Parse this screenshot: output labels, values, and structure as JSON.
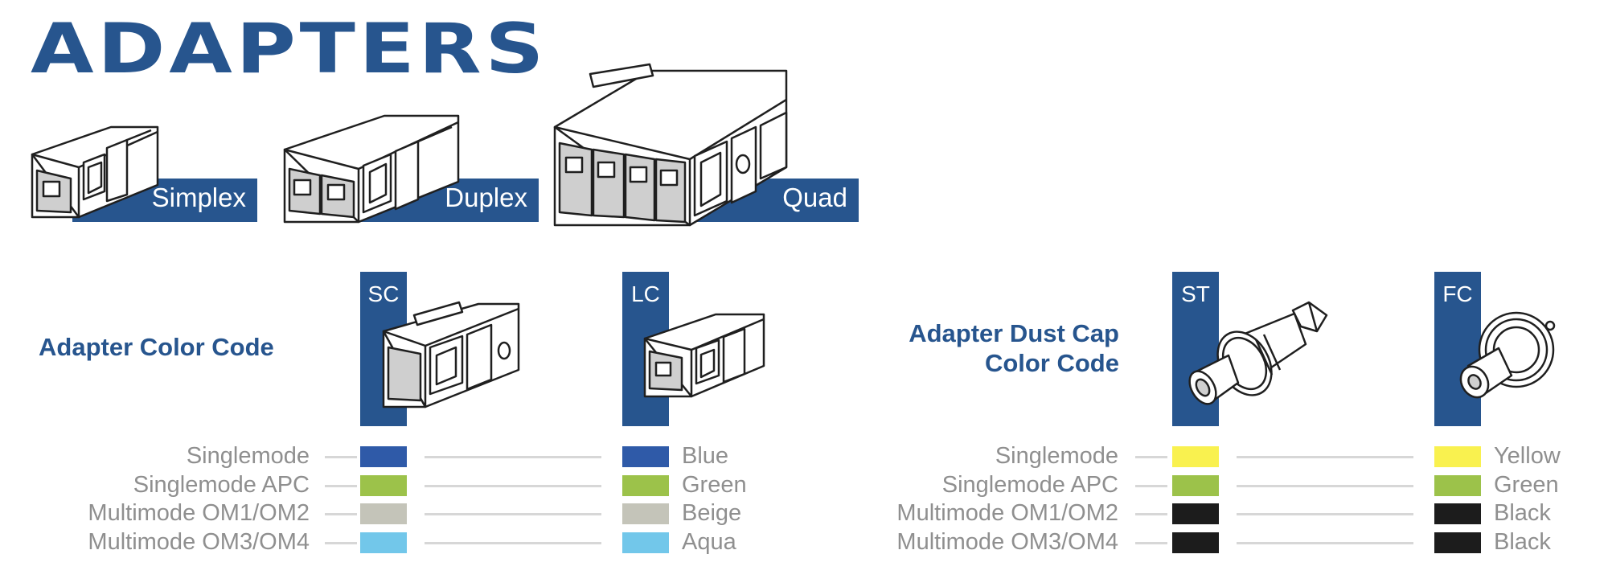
{
  "title": "ADAPTERS",
  "adapter_types": [
    {
      "label": "Simplex"
    },
    {
      "label": "Duplex"
    },
    {
      "label": "Quad"
    }
  ],
  "color_code": {
    "title": "Adapter Color Code",
    "connectors": [
      "SC",
      "LC"
    ],
    "rows": [
      {
        "label": "Singlemode",
        "color_name": "Blue",
        "color": "#2f5aa8"
      },
      {
        "label": "Singlemode APC",
        "color_name": "Green",
        "color": "#9cc24a"
      },
      {
        "label": "Multimode OM1/OM2",
        "color_name": "Beige",
        "color": "#c4c4b9"
      },
      {
        "label": "Multimode OM3/OM4",
        "color_name": "Aqua",
        "color": "#72c7ea"
      }
    ]
  },
  "dust_cap": {
    "title_line1": "Adapter Dust Cap",
    "title_line2": "Color Code",
    "connectors": [
      "ST",
      "FC"
    ],
    "rows": [
      {
        "label": "Singlemode",
        "color_name": "Yellow",
        "color": "#f9f14f"
      },
      {
        "label": "Singlemode APC",
        "color_name": "Green",
        "color": "#9cc24a"
      },
      {
        "label": "Multimode OM1/OM2",
        "color_name": "Black",
        "color": "#1c1c1c"
      },
      {
        "label": "Multimode OM3/OM4",
        "color_name": "Black",
        "color": "#1c1c1c"
      }
    ]
  },
  "colors": {
    "brand": "#27558e",
    "gray_text": "#8f8f8f",
    "connector_line": "#d7d7d7"
  },
  "icons": [
    "simplex-adapter-icon",
    "duplex-adapter-icon",
    "quad-adapter-icon",
    "sc-adapter-icon",
    "lc-adapter-icon",
    "st-adapter-icon",
    "fc-adapter-icon"
  ]
}
